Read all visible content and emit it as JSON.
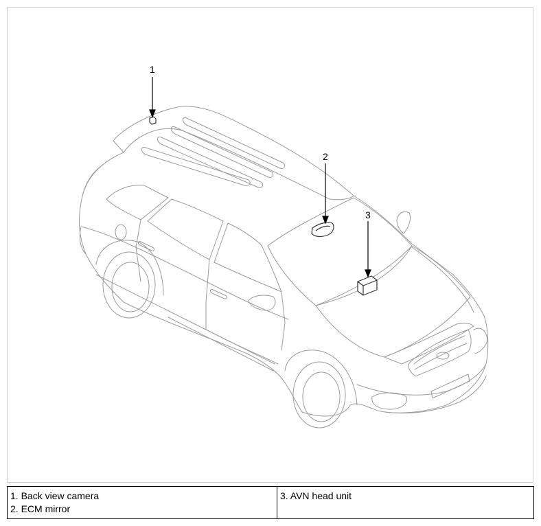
{
  "callouts": {
    "c1": "1",
    "c2": "2",
    "c3": "3"
  },
  "legend": {
    "left": [
      "1. Back view camera",
      "2. ECM mirror"
    ],
    "right": [
      "3. AVN head unit"
    ]
  }
}
